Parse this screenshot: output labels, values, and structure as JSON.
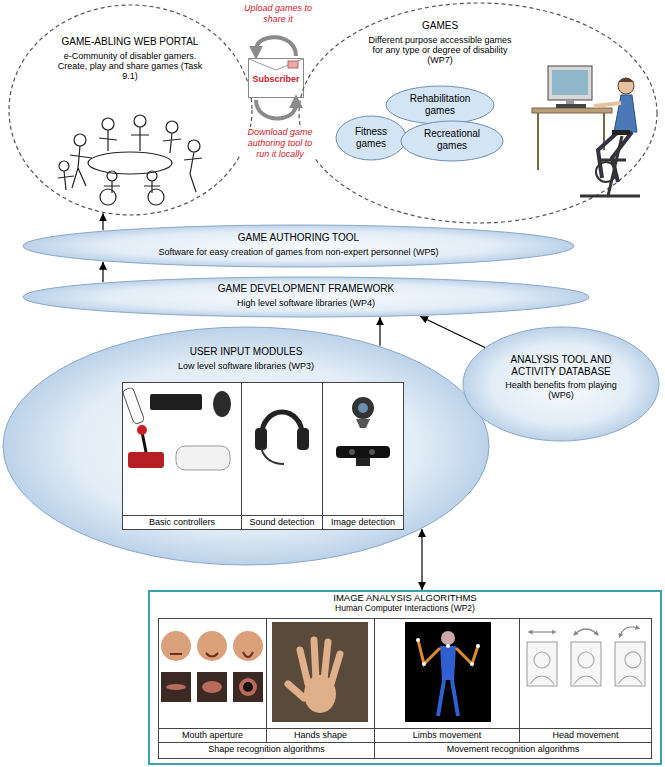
{
  "diagram": {
    "nodes": [
      {
        "text": [
          "GAME-ABLING WEB PORTAL",
          "e-Community of disabler gamers. Create, play and share games (Task 9.1)"
        ]
      },
      {
        "text": [
          "Subscriber"
        ]
      },
      {
        "text": [
          "GAMES",
          "Different purpose accessible games for any type or degree of disability (WP7)"
        ]
      },
      {
        "text": [
          "Rehabilitation games"
        ],
        "in": 2
      },
      {
        "text": [
          "Fitness games"
        ],
        "in": 2
      },
      {
        "text": [
          "Recreational games"
        ],
        "in": 2
      },
      {
        "text": [
          "GAME AUTHORING TOOL",
          "Software for easy creation of games from non-expert personnel (WP5)"
        ]
      },
      {
        "text": [
          "GAME DEVELOPMENT FRAMEWORK",
          "High level software libraries (WP4)"
        ]
      },
      {
        "text": [
          "USER INPUT MODULES",
          "Low level software libraries (WP3)"
        ]
      },
      {
        "text": [
          "Basic controllers"
        ],
        "in": 8
      },
      {
        "text": [
          "Sound detection"
        ],
        "in": 8
      },
      {
        "text": [
          "Image detection"
        ],
        "in": 8
      },
      {
        "text": [
          "ANALYSIS TOOL AND ACTIVITY DATABASE",
          "Health benefits from playing (WP6)"
        ]
      },
      {
        "text": [
          "IMAGE ANALYSIS ALGORITHMS",
          "Human Computer Interactions (WP2)"
        ]
      },
      {
        "text": [
          "Mouth aperture"
        ],
        "in": 13
      },
      {
        "text": [
          "Hands shape"
        ],
        "in": 13
      },
      {
        "text": [
          "Limbs movement"
        ],
        "in": 13
      },
      {
        "text": [
          "Head movement"
        ],
        "in": 13
      },
      {
        "text": [
          "Shape recognition algorithms"
        ],
        "in": 13
      },
      {
        "text": [
          "Movement recognition algorithms"
        ],
        "in": 13
      }
    ],
    "edges": [
      {
        "from": 6,
        "to": 0,
        "arrow": "to"
      },
      {
        "from": 7,
        "to": 6,
        "arrow": "to"
      },
      {
        "from": 8,
        "to": 7,
        "arrow": "to"
      },
      {
        "from": 12,
        "to": 7,
        "arrow": "to"
      },
      {
        "from": 8,
        "to": 13,
        "arrow": "both"
      }
    ],
    "labels": [
      "Upload games to share it",
      "Download game authoring tool to run it locally"
    ]
  }
}
